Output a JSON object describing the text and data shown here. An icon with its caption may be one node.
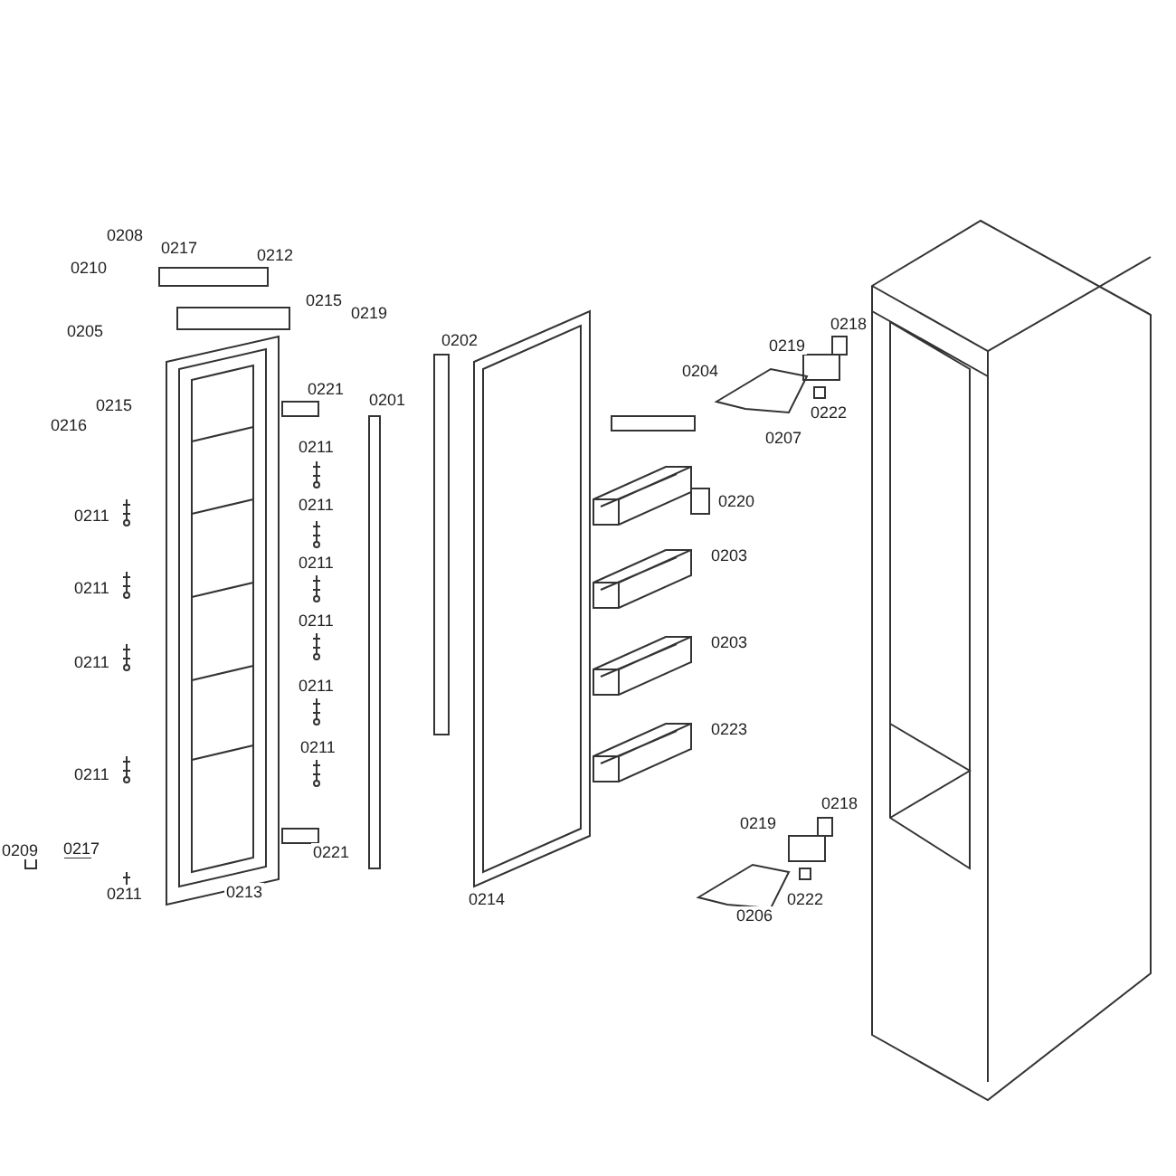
{
  "diagram": {
    "labels": [
      "0208",
      "0217",
      "0212",
      "0210",
      "0215",
      "0219",
      "0205",
      "0202",
      "0218",
      "0219",
      "0204",
      "0221",
      "0201",
      "0215",
      "0222",
      "0216",
      "0207",
      "0211",
      "0220",
      "0211",
      "0211",
      "0203",
      "0211",
      "0211",
      "0211",
      "0203",
      "0211",
      "0211",
      "0223",
      "0211",
      "0211",
      "0221",
      "0218",
      "0219",
      "0209",
      "0217",
      "0211",
      "0213",
      "0222",
      "0214",
      "0206"
    ]
  }
}
